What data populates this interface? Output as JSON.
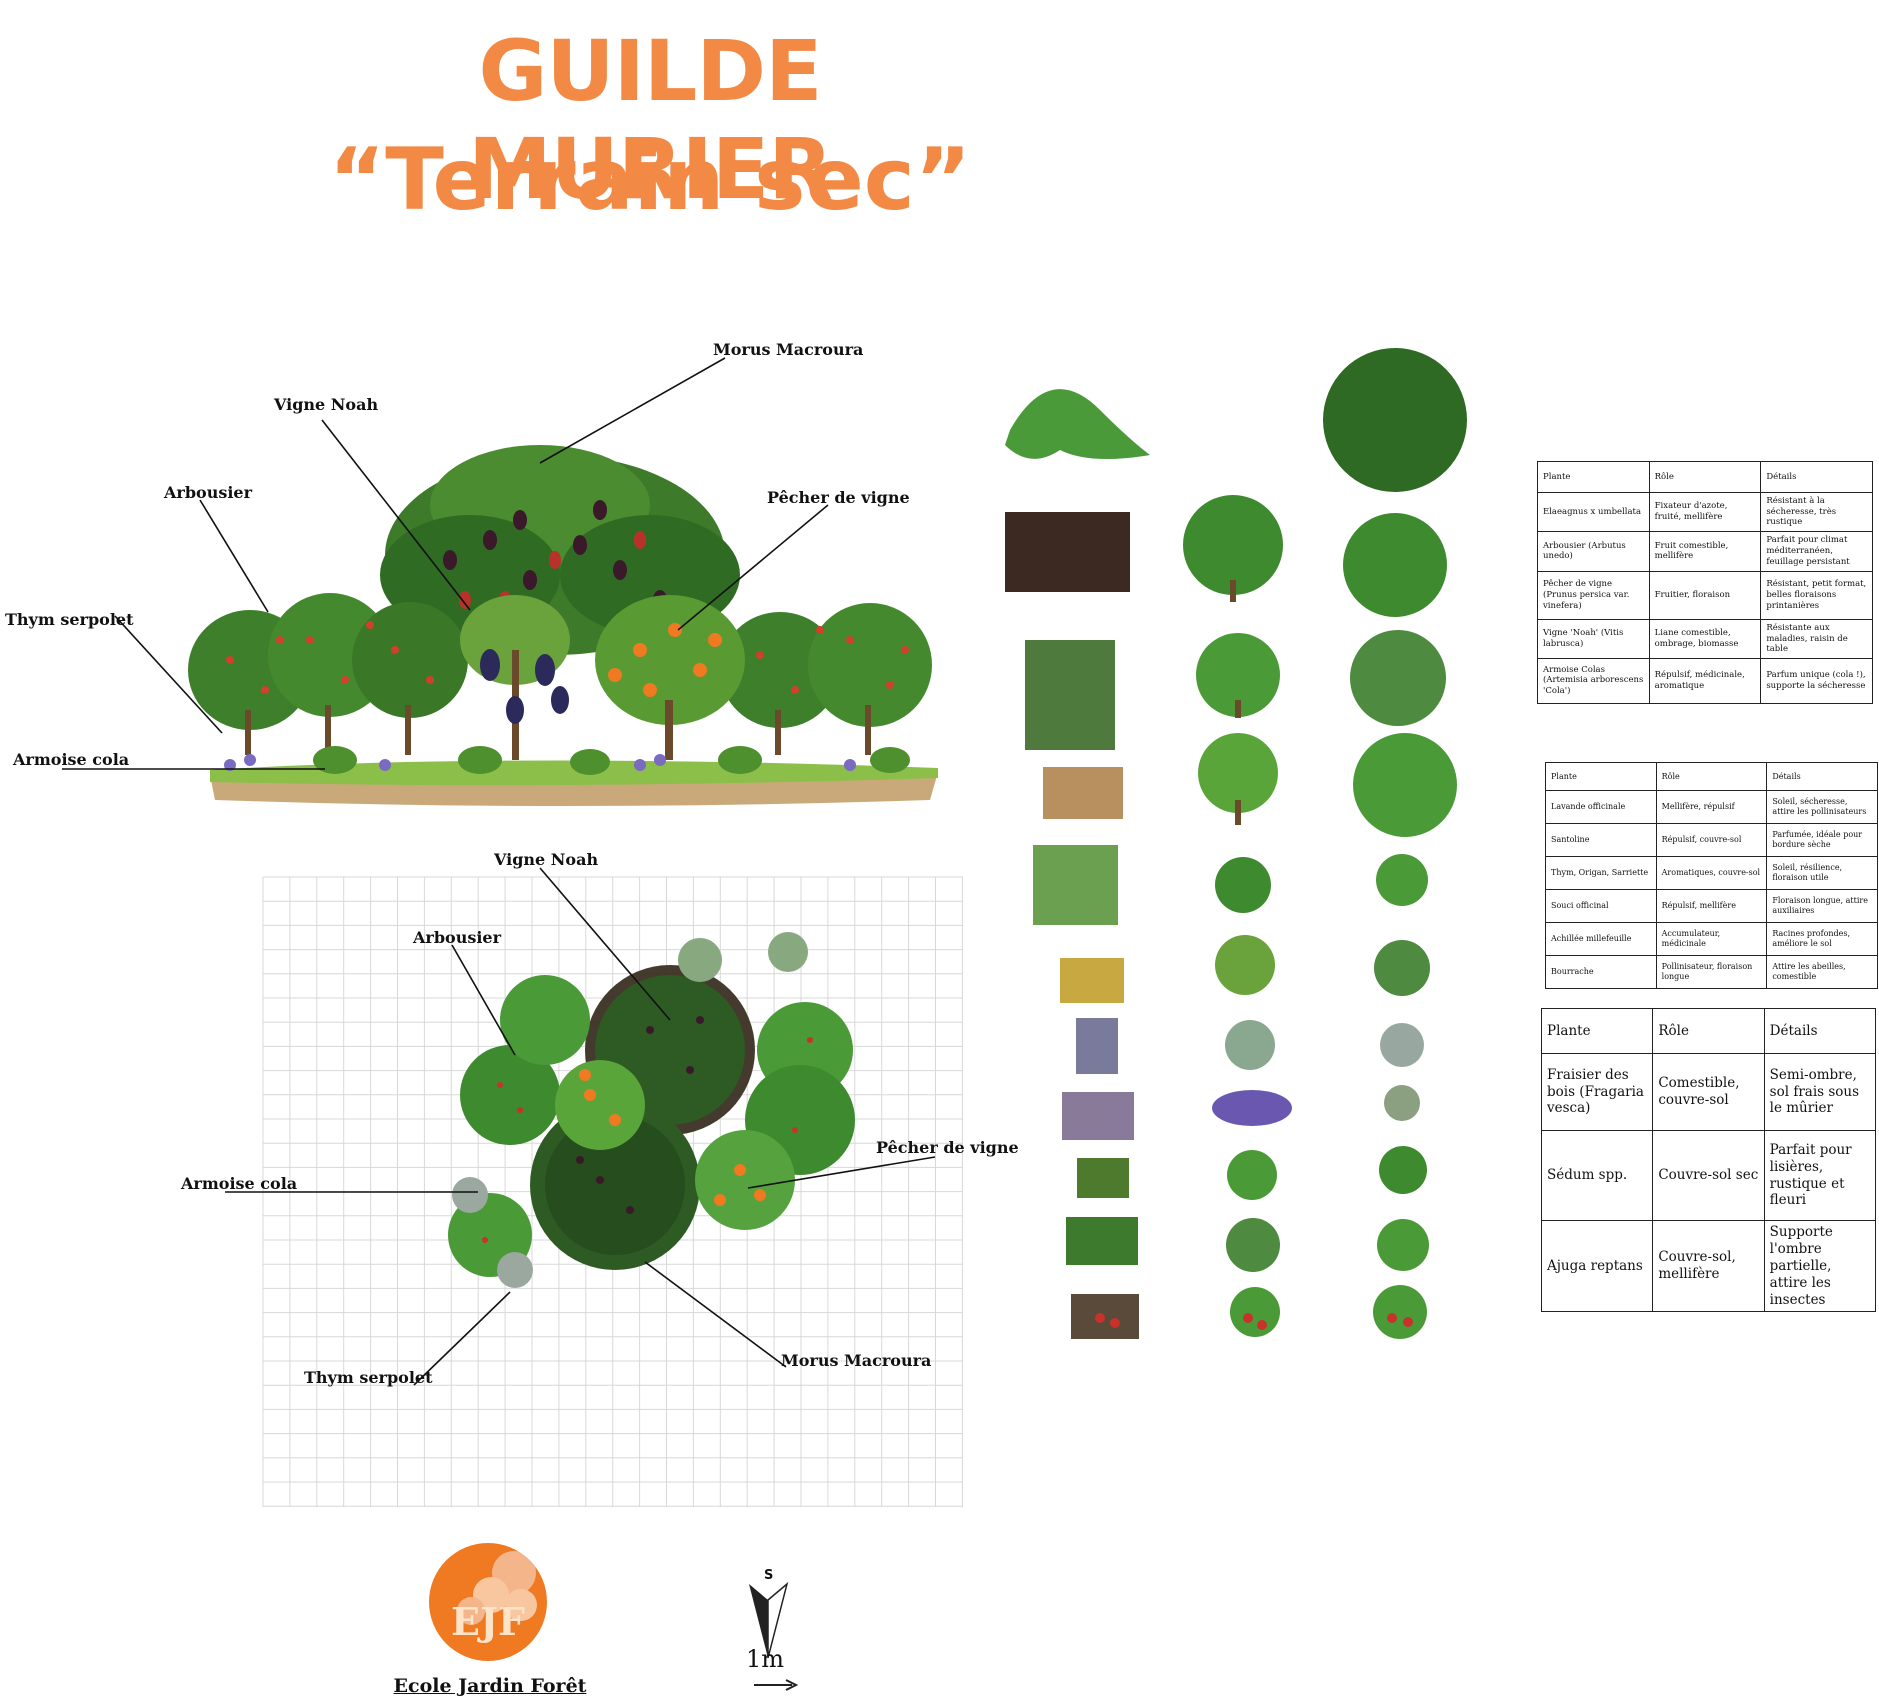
{
  "title": {
    "line1": "GUILDE MURIER",
    "line2": "“Terrain sec”"
  },
  "colors": {
    "accent": "#f28a45",
    "logo": "#ef7a22",
    "leaf": "#3d7a2a",
    "fruit_orange": "#f07a22",
    "fruit_dark": "#3a1a2a"
  },
  "side_view_labels": {
    "morus": "Morus Macroura",
    "vigne": "Vigne Noah",
    "arbousier": "Arbousier",
    "pecher": "Pêcher de vigne",
    "thym": "Thym serpolet",
    "armoise": "Armoise cola"
  },
  "plan_view_labels": {
    "vigne": "Vigne Noah",
    "arbousier": "Arbousier",
    "pecher": "Pêcher de vigne",
    "armoise": "Armoise cola",
    "thym": "Thym serpolet",
    "morus": "Morus Macroura"
  },
  "table1": {
    "headers": [
      "Plante",
      "Rôle",
      "Détails"
    ],
    "rows": [
      [
        "Elaeagnus x umbellata",
        "Fixateur d'azote, fruité, mellifère",
        "Résistant à la sécheresse, très rustique"
      ],
      [
        "Arbousier (Arbutus unedo)",
        "Fruit comestible, mellifère",
        "Parfait pour climat méditerranéen, feuillage persistant"
      ],
      [
        "Pêcher de vigne (Prunus persica var. vinefera)",
        "Fruitier, floraison",
        "Résistant, petit format, belles floraisons printanières"
      ],
      [
        "Vigne 'Noah' (Vitis labrusca)",
        "Liane comestible, ombrage, biomasse",
        "Résistante aux maladies, raisin de table"
      ],
      [
        "Armoise Colas (Artemisia arborescens 'Cola')",
        "Répulsif, médicinale, aromatique",
        "Parfum unique (cola !), supporte la sécheresse"
      ]
    ]
  },
  "table2": {
    "headers": [
      "Plante",
      "Rôle",
      "Détails"
    ],
    "rows": [
      [
        "Lavande officinale",
        "Mellifère, répulsif",
        "Soleil, sécheresse, attire les pollinisateurs"
      ],
      [
        "Santoline",
        "Répulsif, couvre-sol",
        "Parfumée, idéale pour bordure sèche"
      ],
      [
        "Thym, Origan, Sarriette",
        "Aromatiques, couvre-sol",
        "Soleil, résilience, floraison utile"
      ],
      [
        "Souci officinal",
        "Répulsif, mellifère",
        "Floraison longue, attire auxiliaires"
      ],
      [
        "Achillée millefeuille",
        "Accumulateur, médicinale",
        "Racines profondes, améliore le sol"
      ],
      [
        "Bourrache",
        "Pollinisateur, floraison longue",
        "Attire les abeilles, comestible"
      ]
    ]
  },
  "table3": {
    "headers": [
      "Plante",
      "Rôle",
      "Détails"
    ],
    "rows": [
      [
        "Fraisier des bois (Fragaria vesca)",
        "Comestible, couvre-sol",
        "Semi-ombre, sol frais sous le mûrier"
      ],
      [
        "Sédum spp.",
        "Couvre-sol sec",
        "Parfait pour lisières, rustique et fleuri"
      ],
      [
        "Ajuga reptans",
        "Couvre-sol, mellifère",
        "Supporte l'ombre partielle, attire les insectes"
      ]
    ]
  },
  "logo": {
    "initials": "EJF",
    "school": "Ecole Jardin Forêt"
  },
  "compass": {
    "direction": "S",
    "scale": "1m"
  }
}
